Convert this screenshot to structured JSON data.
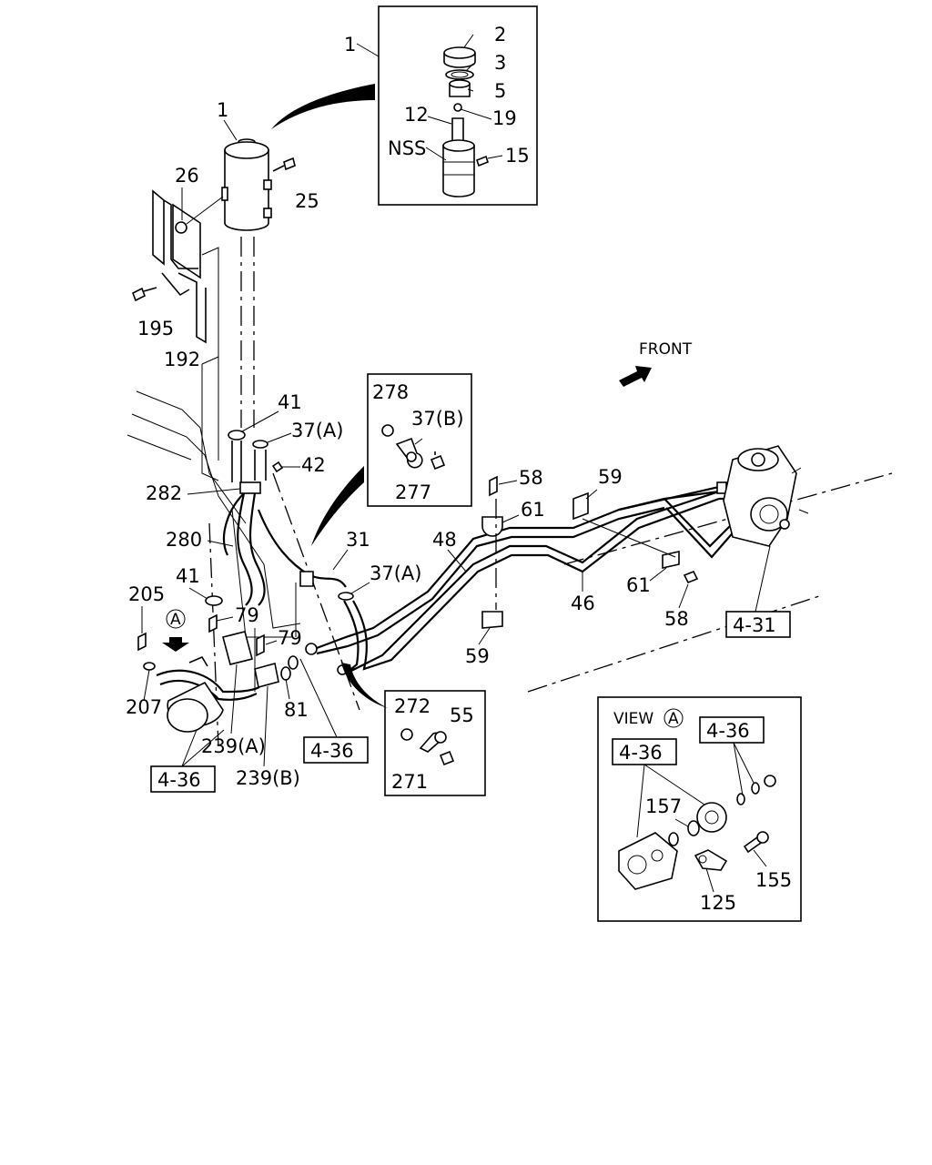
{
  "inset_top": {
    "labels": {
      "assy": "1",
      "p2": "2",
      "p3": "3",
      "p5": "5",
      "p12": "12",
      "p19": "19",
      "nss": "NSS",
      "p15": "15"
    }
  },
  "inset_clip_b": {
    "labels": {
      "p278": "278",
      "p37b": "37(B)",
      "p277": "277"
    }
  },
  "inset_clip_c": {
    "labels": {
      "p272": "272",
      "p55": "55",
      "p271": "271"
    }
  },
  "view_a": {
    "title": "VIEW",
    "circle": "A",
    "ref_left": "4-36",
    "ref_right": "4-36",
    "labels": {
      "p157": "157",
      "p155": "155",
      "p125": "125"
    }
  },
  "front_label": "FRONT",
  "view_marker": "A",
  "refs": {
    "r431": "4-31",
    "r436a": "4-36",
    "r436b": "4-36"
  },
  "labels": {
    "p1": "1",
    "p26": "26",
    "p25": "25",
    "p195": "195",
    "p192": "192",
    "p41a": "41",
    "p37a_a": "37(A)",
    "p42": "42",
    "p282": "282",
    "p280": "280",
    "p31": "31",
    "p37a_b": "37(A)",
    "p41b": "41",
    "p205": "205",
    "p79a": "79",
    "p79b": "79",
    "p207": "207",
    "p81": "81",
    "p239a": "239(A)",
    "p239b": "239(B)",
    "p48": "48",
    "p58a": "58",
    "p61a": "61",
    "p59a": "59",
    "p61b": "61",
    "p58b": "58",
    "p46": "46",
    "p59b": "59"
  }
}
